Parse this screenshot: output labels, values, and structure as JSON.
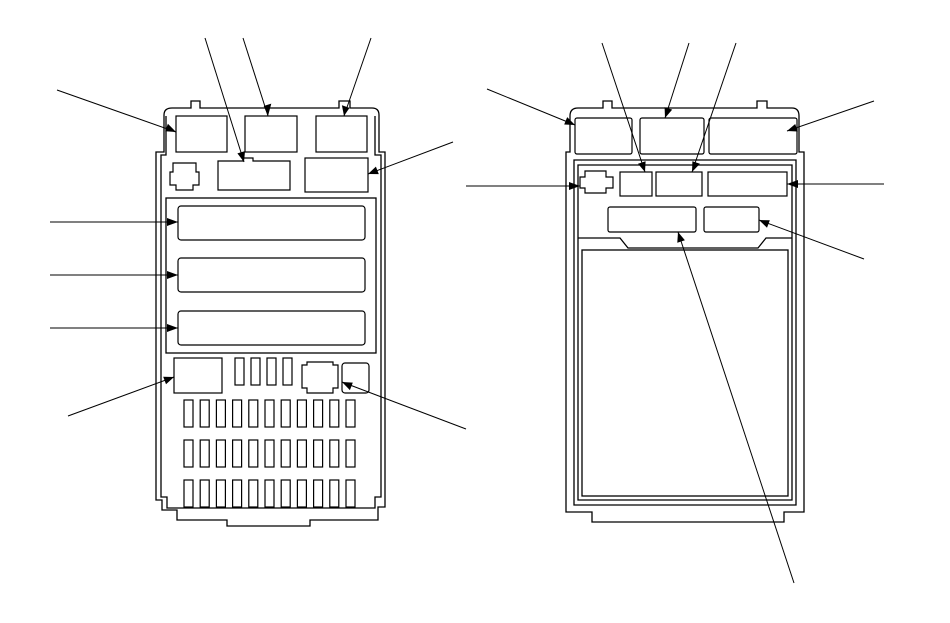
{
  "diagram": {
    "background": "#ffffff",
    "line_color": "#000000",
    "panels": [
      "front-view",
      "rear-view"
    ],
    "front_view": {
      "callout_count": 10,
      "relay_slot_rows": 3,
      "relay_slots_per_row": 11
    },
    "rear_view": {
      "callout_count": 9
    }
  }
}
